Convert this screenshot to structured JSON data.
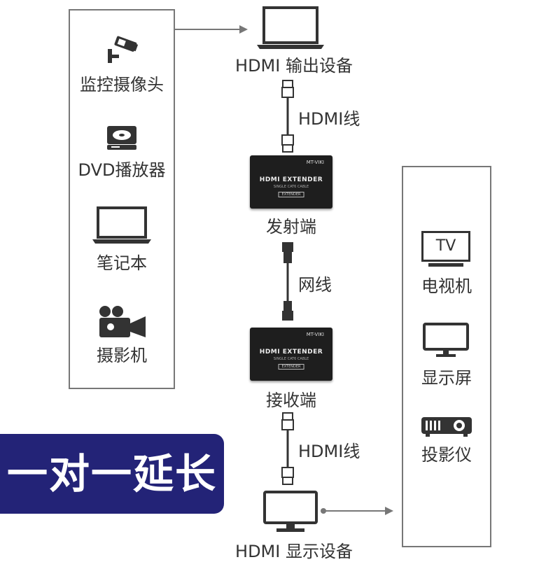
{
  "sources": {
    "items": [
      {
        "label": "监控摄像头",
        "icon": "security-camera-icon"
      },
      {
        "label": "DVD播放器",
        "icon": "dvd-player-icon"
      },
      {
        "label": "笔记本",
        "icon": "laptop-icon"
      },
      {
        "label": "摄影机",
        "icon": "video-camera-icon"
      }
    ]
  },
  "chain": {
    "output_device": "HDMI 输出设备",
    "cable_top": "HDMI线",
    "transmitter": "发射端",
    "network_cable": "网线",
    "receiver": "接收端",
    "cable_bottom": "HDMI线",
    "display_device": "HDMI 显示设备"
  },
  "extender": {
    "brand": "MT-VIKI",
    "title": "HDMI EXTENDER",
    "subtitle": "SINGLE CAT6 CABLE",
    "tag": "EXTENDER"
  },
  "displays": {
    "items": [
      {
        "label": "电视机",
        "icon": "tv-icon",
        "icon_text": "TV"
      },
      {
        "label": "显示屏",
        "icon": "monitor-icon"
      },
      {
        "label": "投影仪",
        "icon": "projector-icon"
      }
    ]
  },
  "banner": {
    "text": "一对一延长",
    "color": "#232377"
  }
}
